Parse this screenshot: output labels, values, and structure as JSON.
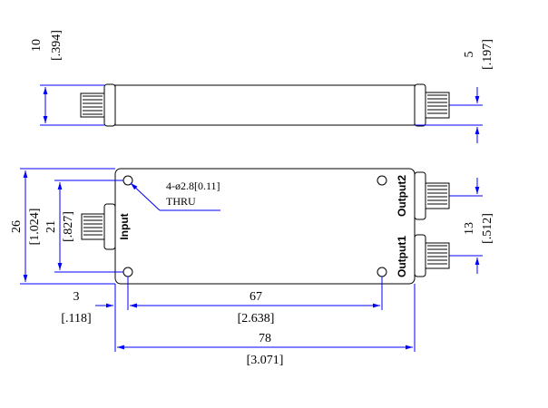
{
  "colors": {
    "outline": "#000000",
    "dimension": "#0000ff",
    "background": "#ffffff"
  },
  "side_view": {
    "height_mm": "10",
    "height_in": "[.394]",
    "offset_mm": "5",
    "offset_in": "[.197]"
  },
  "top_view": {
    "height_mm": "26",
    "height_in": "[1.024]",
    "hole_span_v_mm": "21",
    "hole_span_v_in": "[.827]",
    "output_spacing_mm": "13",
    "output_spacing_in": "[.512]",
    "hole_offset_mm": "3",
    "hole_offset_in": "[.118]",
    "hole_span_h_mm": "67",
    "hole_span_h_in": "[2.638]",
    "length_mm": "78",
    "length_in": "[3.071]",
    "hole_note_line1": "4-ø2.8[0.11]",
    "hole_note_line2": "THRU",
    "port_input": "Input",
    "port_output1": "Output1",
    "port_output2": "Output2"
  }
}
